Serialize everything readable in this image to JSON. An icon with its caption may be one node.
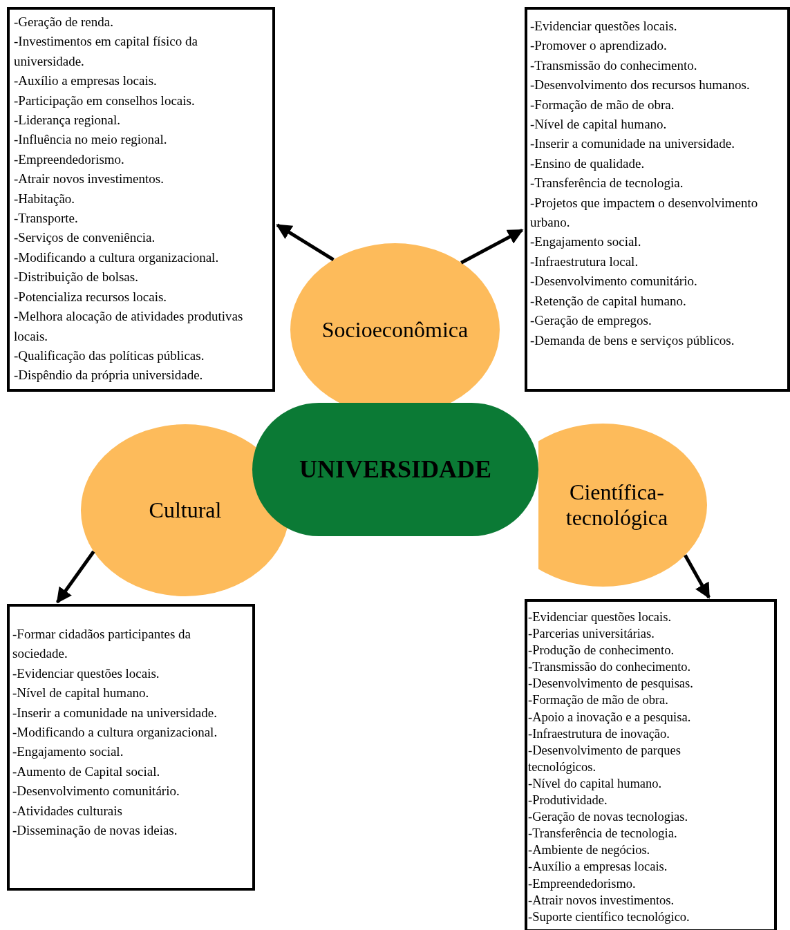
{
  "diagram": {
    "nodes": [
      {
        "text": [
          "-Geração de renda.",
          "-Investimentos em capital físico da universidade.",
          "-Auxílio a empresas locais.",
          "-Participação em conselhos locais.",
          "-Liderança regional.",
          "-Influência no meio regional.",
          "-Empreendedorismo.",
          "-Atrair novos investimentos.",
          "-Habitação.",
          "-Transporte.",
          "-Serviços de conveniência.",
          "-Modificando a cultura organizacional.",
          "-Distribuição de bolsas.",
          "-Potencializa recursos locais.",
          "-Melhora alocação de atividades produtivas locais.",
          "-Qualificação das políticas públicas.",
          "-Dispêndio da própria universidade."
        ]
      },
      {
        "text": [
          "-Evidenciar questões locais.",
          "-Promover o aprendizado.",
          "-Transmissão do conhecimento.",
          "-Desenvolvimento dos recursos humanos.",
          "-Formação de mão de obra.",
          "-Nível de capital humano.",
          "-Inserir a comunidade na universidade.",
          "-Ensino de qualidade.",
          "-Transferência de tecnologia.",
          "-Projetos que impactem o desenvolvimento urbano.",
          "-Engajamento social.",
          "-Infraestrutura local.",
          "-Desenvolvimento comunitário.",
          "-Retenção de capital humano.",
          "-Geração de empregos.",
          "-Demanda de bens e serviços públicos."
        ]
      },
      {
        "text": [
          "Socioeconômica"
        ]
      },
      {
        "text": [
          "Cultural"
        ]
      },
      {
        "text": [
          "UNIVERSIDADE"
        ]
      },
      {
        "text": [
          "Científica-tecnológica"
        ]
      },
      {
        "text": [
          "-Formar cidadãos participantes da sociedade.",
          "-Evidenciar questões locais.",
          "-Nível de capital humano.",
          "-Inserir a comunidade na universidade.",
          "-Modificando a cultura organizacional.",
          "-Engajamento social.",
          "-Aumento de Capital social.",
          "-Desenvolvimento comunitário.",
          "-Atividades culturais",
          "-Disseminação de novas ideias."
        ]
      },
      {
        "text": [
          "-Evidenciar questões locais.",
          "-Parcerias universitárias.",
          "-Produção de conhecimento.",
          "-Transmissão do conhecimento.",
          "-Desenvolvimento de pesquisas.",
          "-Formação de mão de obra.",
          "-Apoio a inovação e a pesquisa.",
          "-Infraestrutura de inovação.",
          "-Desenvolvimento de parques tecnológicos.",
          "-Nível do capital humano.",
          "-Produtividade.",
          "-Geração de novas tecnologias.",
          "-Transferência de tecnologia.",
          "-Ambiente de negócios.",
          "-Auxílio a empresas locais.",
          "-Empreendedorismo.",
          "-Atrair novos investimentos.",
          "-Suporte científico tecnológico."
        ]
      }
    ],
    "edges": [
      {
        "from": 2,
        "to": 0,
        "arrow": "to"
      },
      {
        "from": 2,
        "to": 1,
        "arrow": "to"
      },
      {
        "from": 3,
        "to": 6,
        "arrow": "to"
      },
      {
        "from": 5,
        "to": 7,
        "arrow": "to"
      }
    ]
  }
}
